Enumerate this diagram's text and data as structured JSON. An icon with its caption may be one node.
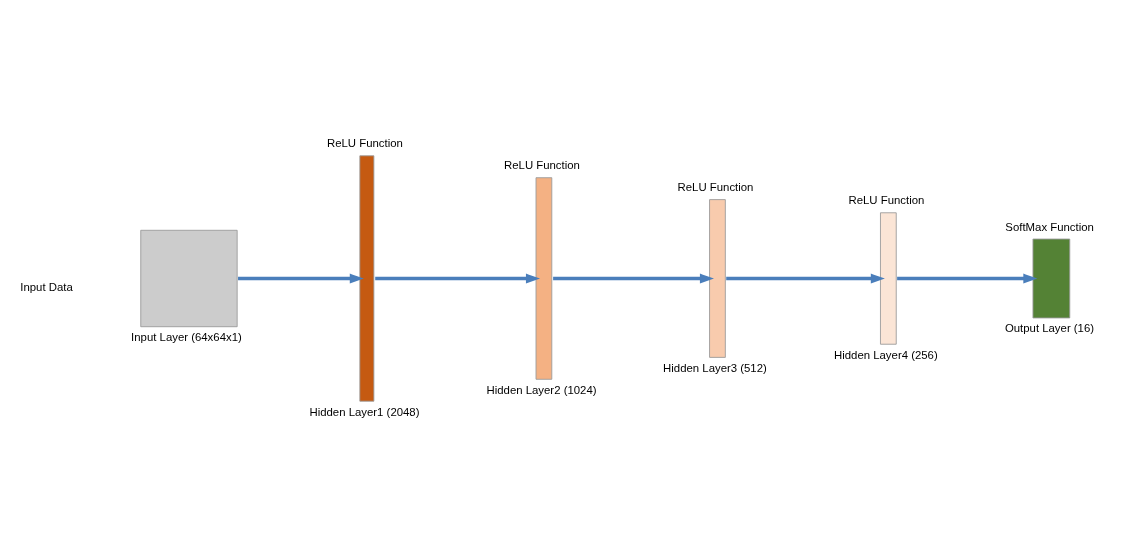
{
  "diagram": {
    "nodes": [
      {
        "text": [
          "Input Layer (64x64x1)"
        ]
      },
      {
        "text": [
          "ReLU Function",
          "Hidden Layer1 (2048)"
        ]
      },
      {
        "text": [
          "ReLU Function",
          "Hidden Layer2 (1024)"
        ]
      },
      {
        "text": [
          "ReLU Function",
          "Hidden Layer3 (512)"
        ]
      },
      {
        "text": [
          "ReLU Function",
          "Hidden Layer4 (256)"
        ]
      },
      {
        "text": [
          "SoftMax Function",
          "Output Layer (16)"
        ]
      }
    ],
    "edges": [
      {
        "from": 0,
        "to": 1,
        "arrow": "to"
      },
      {
        "from": 1,
        "to": 2,
        "arrow": "to"
      },
      {
        "from": 2,
        "to": 3,
        "arrow": "to"
      },
      {
        "from": 3,
        "to": 4,
        "arrow": "to"
      },
      {
        "from": 4,
        "to": 5,
        "arrow": "to"
      }
    ],
    "labels": [
      "Input Data"
    ]
  }
}
